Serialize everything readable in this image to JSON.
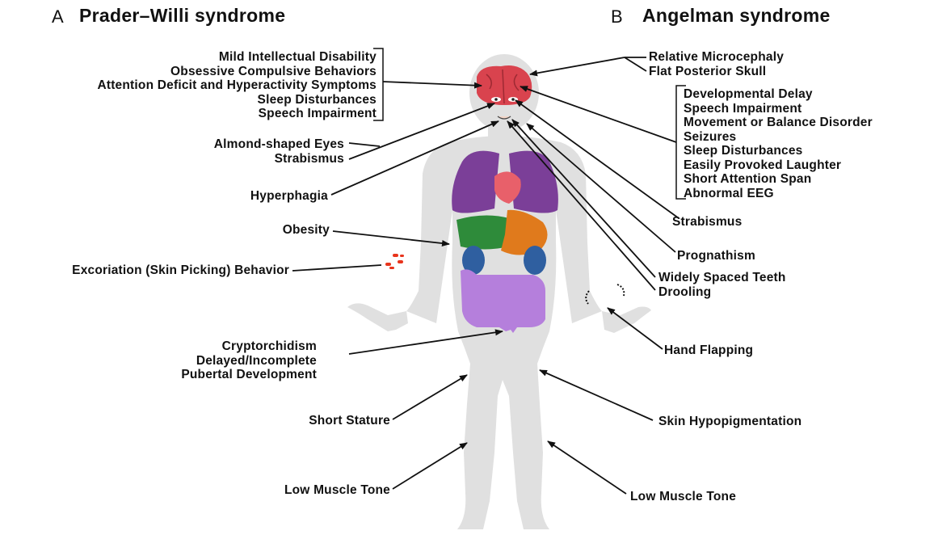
{
  "panel_a": {
    "letter": "A",
    "title": "Prader–Willi syndrome"
  },
  "panel_b": {
    "letter": "B",
    "title": "Angelman syndrome"
  },
  "pws_labels": {
    "brain_group": [
      "Mild Intellectual Disability",
      "Obsessive Compulsive Behaviors",
      "Attention Deficit and Hyperactivity Symptoms",
      "Sleep Disturbances",
      "Speech Impairment"
    ],
    "eyes_group": [
      "Almond-shaped Eyes",
      "Strabismus"
    ],
    "hyperphagia": "Hyperphagia",
    "obesity": "Obesity",
    "excoriation": "Excoriation (Skin Picking) Behavior",
    "genital_group": [
      "Cryptorchidism",
      "Delayed/Incomplete",
      "Pubertal Development"
    ],
    "short_stature": "Short Stature",
    "low_muscle_tone": "Low Muscle Tone"
  },
  "as_labels": {
    "skull_group": [
      "Relative Microcephaly",
      "Flat Posterior Skull"
    ],
    "brain_group": [
      "Developmental Delay",
      "Speech Impairment",
      "Movement or Balance Disorder",
      "Seizures",
      "Sleep Disturbances",
      "Easily Provoked Laughter",
      "Short Attention Span",
      "Abnormal EEG"
    ],
    "strabismus": "Strabismus",
    "prognathism": "Prognathism",
    "mouth_group": [
      "Widely Spaced Teeth",
      "Drooling"
    ],
    "hand_flapping": "Hand Flapping",
    "skin": "Skin Hypopigmentation",
    "low_muscle_tone": "Low Muscle Tone"
  },
  "colors": {
    "body": "#e0e0e0",
    "brain": "#d9434e",
    "lungs": "#7b3f98",
    "heart": "#e8606a",
    "liver": "#2e8b3a",
    "stomach": "#e07a1c",
    "kidneys": "#2f5fa0",
    "intestines": "#b57fdc",
    "skin_marks": "#e8341c",
    "line": "#111111"
  }
}
